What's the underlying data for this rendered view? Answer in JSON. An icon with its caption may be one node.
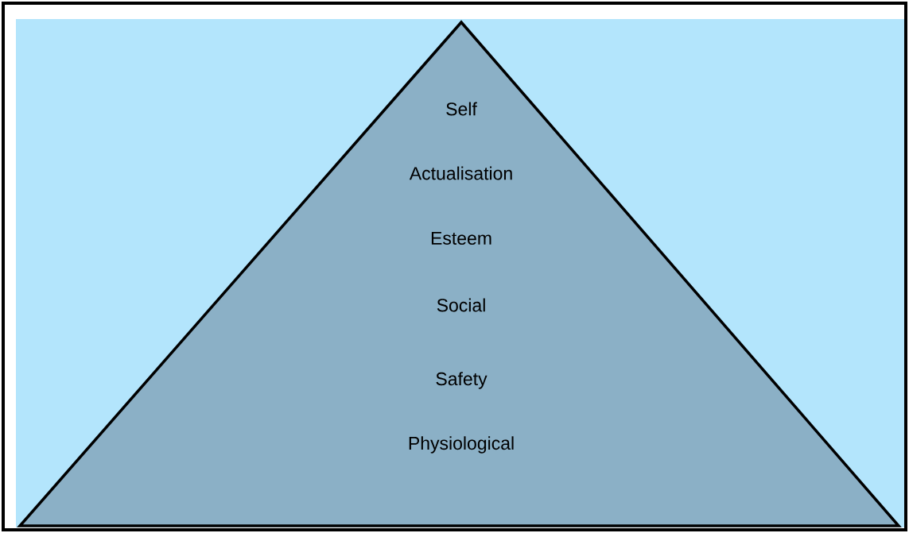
{
  "diagram": {
    "nodes": [
      {
        "text": [
          "Self",
          "Actualisation",
          "Esteem",
          "Social",
          "Safety",
          "Physiological"
        ]
      }
    ]
  }
}
